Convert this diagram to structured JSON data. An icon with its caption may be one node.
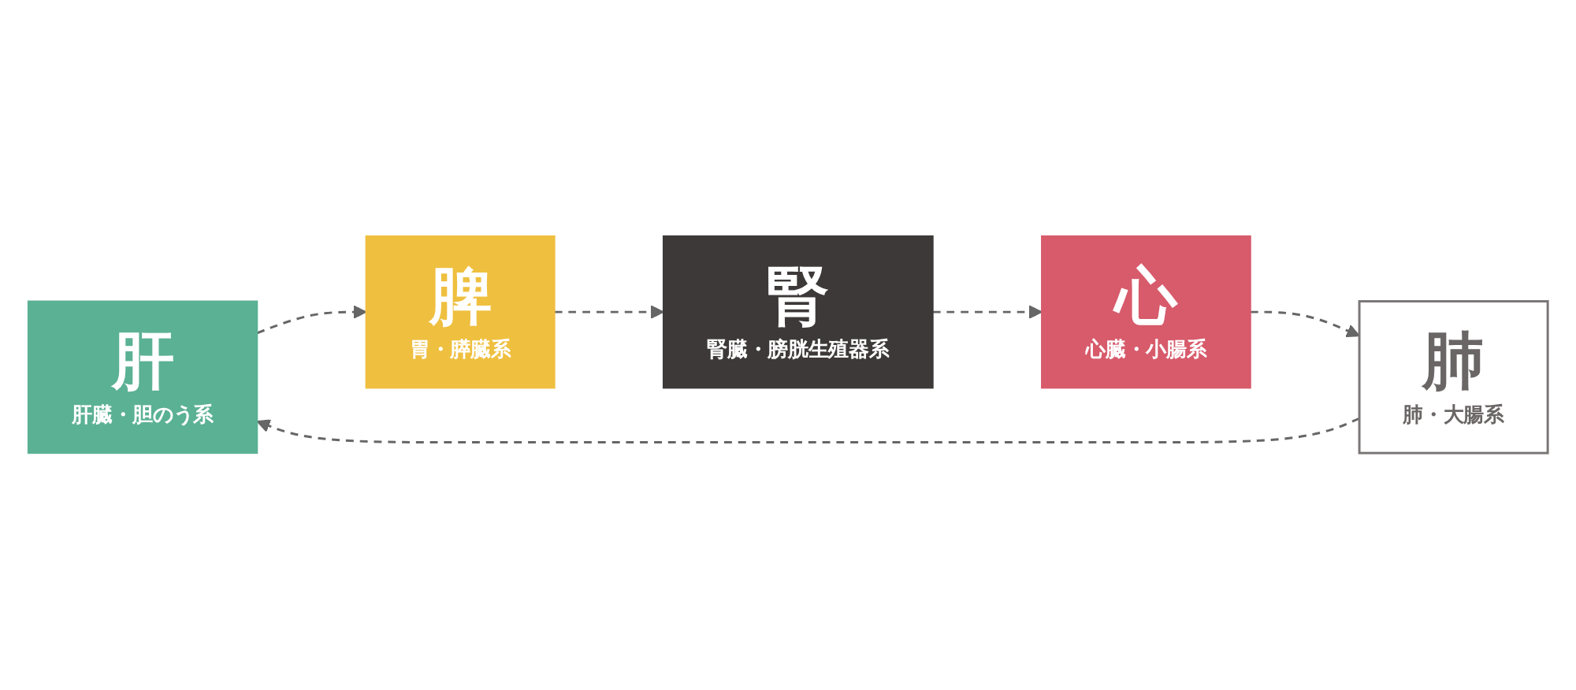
{
  "diagram": {
    "nodes": [
      {
        "text": [
          "肝",
          "肝臓・胆のう系"
        ]
      },
      {
        "text": [
          "腎",
          "腎臓・膀胱生殖器系"
        ]
      },
      {
        "text": [
          "心",
          "心臓・小腸系"
        ]
      },
      {
        "text": [
          "肺",
          "肺・大腸系"
        ]
      },
      {
        "text": [
          "脾",
          "胃・膵臓系"
        ]
      }
    ],
    "edges": [
      {
        "from": 0,
        "to": 4,
        "arrow": "to",
        "style": "dashed"
      },
      {
        "from": 4,
        "to": 1,
        "arrow": "to",
        "style": "dashed"
      },
      {
        "from": 1,
        "to": 2,
        "arrow": "to",
        "style": "dashed"
      },
      {
        "from": 2,
        "to": 3,
        "arrow": "to",
        "style": "dashed"
      },
      {
        "from": 3,
        "to": 0,
        "arrow": "to",
        "style": "dashed"
      }
    ]
  }
}
